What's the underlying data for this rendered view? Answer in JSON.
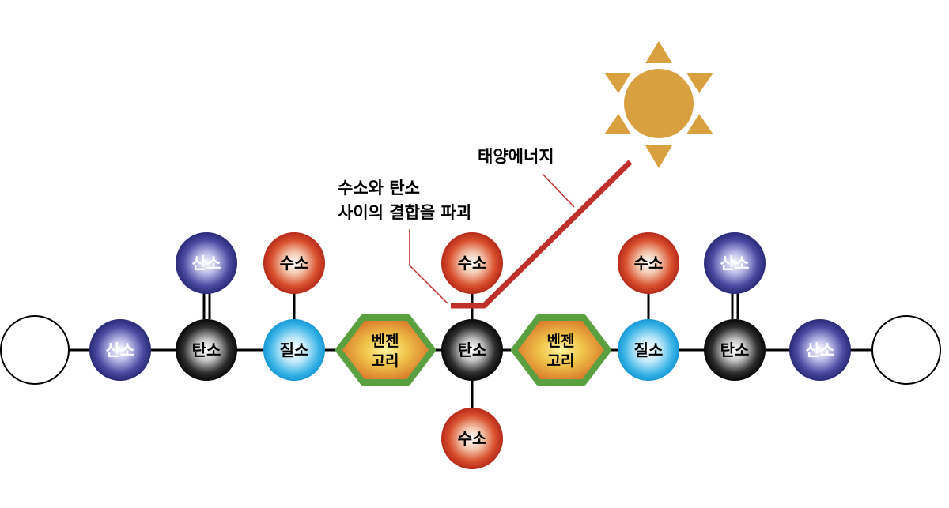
{
  "labels": {
    "oxygen": "산소",
    "carbon": "탄소",
    "hydrogen": "수소",
    "nitrogen": "질소",
    "benzene_line1": "벤젠",
    "benzene_line2": "고리"
  },
  "annotations": {
    "solar_energy": "태양에너지",
    "bond_break_line1": "수소와 탄소",
    "bond_break_line2": "사이의 결합을 파괴"
  },
  "colors": {
    "oxygen": "#3a3a8c",
    "carbon": "#151515",
    "hydrogen": "#c8321e",
    "nitrogen": "#21a8e0",
    "benzene_fill": "#d9852a",
    "benzene_border": "#5aa040",
    "sun": "#d9a040",
    "energy_ray": "#c0302a"
  },
  "icons": {
    "sun": "sun-icon"
  }
}
